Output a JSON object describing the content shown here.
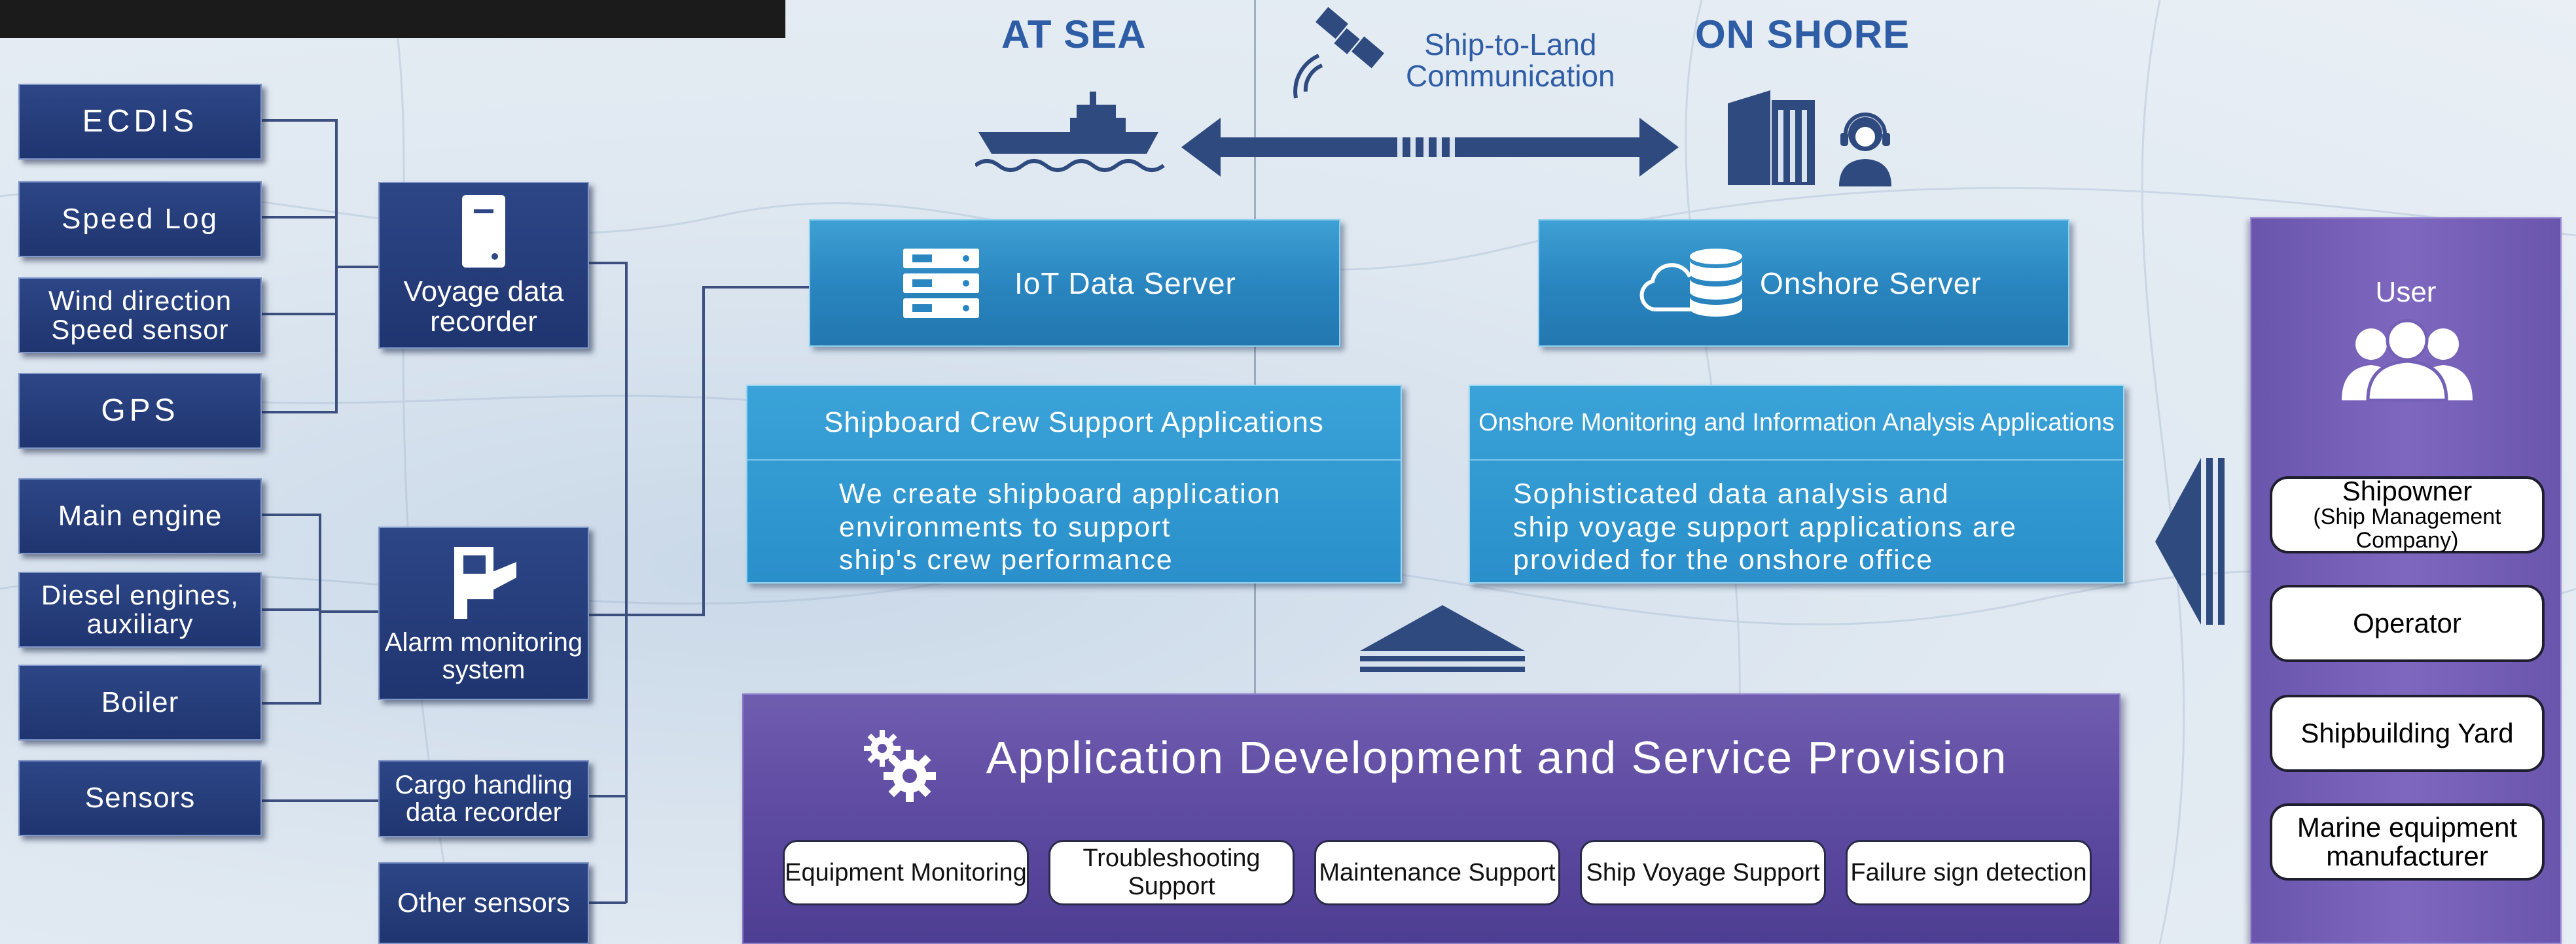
{
  "header": {
    "at_sea": "AT SEA",
    "on_shore": "ON SHORE",
    "comm_line1": "Ship-to-Land",
    "comm_line2": "Communication"
  },
  "devices": {
    "ecdis": "ECDIS",
    "speed_log": "Speed Log",
    "wind_line1": "Wind direction",
    "wind_line2": "Speed sensor",
    "gps": "GPS",
    "main_engine": "Main engine",
    "diesel_line1": "Diesel engines,",
    "diesel_line2": "auxiliary",
    "boiler": "Boiler",
    "sensors": "Sensors"
  },
  "hubs": {
    "vdr_line1": "Voyage data",
    "vdr_line2": "recorder",
    "alarm_line1": "Alarm monitoring",
    "alarm_line2": "system",
    "cargo_line1": "Cargo handling",
    "cargo_line2": "data recorder",
    "other": "Other sensors"
  },
  "servers": {
    "iot": "IoT Data Server",
    "onshore": "Onshore Server"
  },
  "apps": {
    "shipboard_title": "Shipboard Crew Support Applications",
    "shipboard_line1": "We create shipboard application",
    "shipboard_line2": "environments to support",
    "shipboard_line3": "ship's crew performance",
    "onshore_title": "Onshore Monitoring and Information Analysis Applications",
    "onshore_line1": "Sophisticated data analysis and",
    "onshore_line2": "ship voyage support applications are",
    "onshore_line3": "provided for the onshore office"
  },
  "service": {
    "title": "Application Development and Service Provision",
    "items": [
      "Equipment Monitoring",
      "Troubleshooting Support",
      "Maintenance Support",
      "Ship Voyage Support",
      "Failure sign detection"
    ]
  },
  "users": {
    "label": "User",
    "shipowner": "Shipowner",
    "shipowner_sub": "(Ship Management Company)",
    "operator": "Operator",
    "yard": "Shipbuilding Yard",
    "marine_line1": "Marine equipment",
    "marine_line2": "manufacturer"
  },
  "colors": {
    "navy_box": "#2d4686",
    "blue_box": "#2a8fca",
    "purple_box": "#5d4aa1",
    "title_blue": "#2f5da5"
  }
}
